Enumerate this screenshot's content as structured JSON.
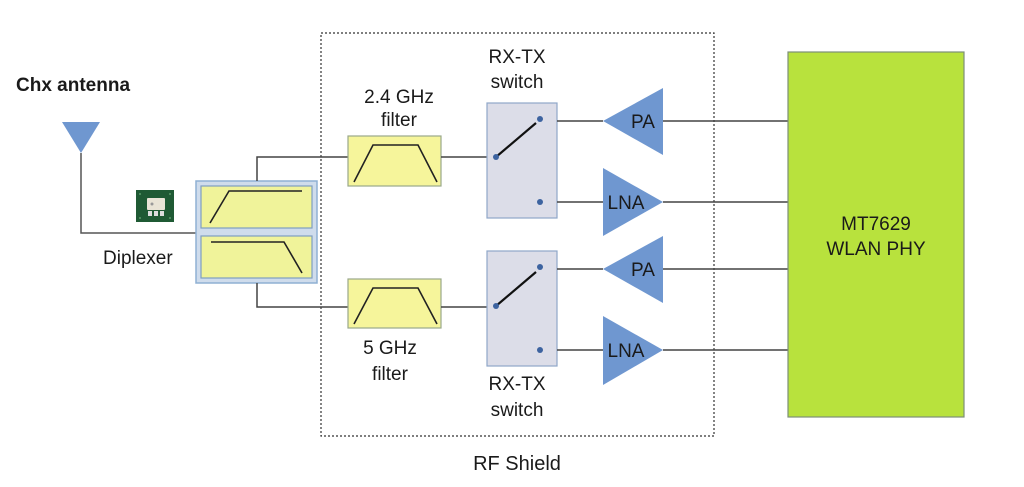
{
  "title": "Chx antenna",
  "colors": {
    "amp_fill": "#6f97d0",
    "filter_fill": "#f6f59b",
    "switch_fill": "#dcdde8",
    "phy_fill": "#b8e23d",
    "diplexer_outer": "#cfdcec",
    "line": "#333333"
  },
  "antenna": {
    "label": "Chx antenna"
  },
  "diplexer": {
    "label": "Diplexer"
  },
  "rf_shield": {
    "label": "RF Shield"
  },
  "filters": [
    {
      "line1": "2.4 GHz",
      "line2": "filter"
    },
    {
      "line1": "5 GHz",
      "line2": "filter"
    }
  ],
  "switches": [
    {
      "line1": "RX-TX",
      "line2": "switch"
    },
    {
      "line1": "RX-TX",
      "line2": "switch"
    }
  ],
  "amplifiers": [
    {
      "label": "PA"
    },
    {
      "label": "LNA"
    },
    {
      "label": "PA"
    },
    {
      "label": "LNA"
    }
  ],
  "phy": {
    "line1": "MT7629",
    "line2": "WLAN PHY"
  }
}
